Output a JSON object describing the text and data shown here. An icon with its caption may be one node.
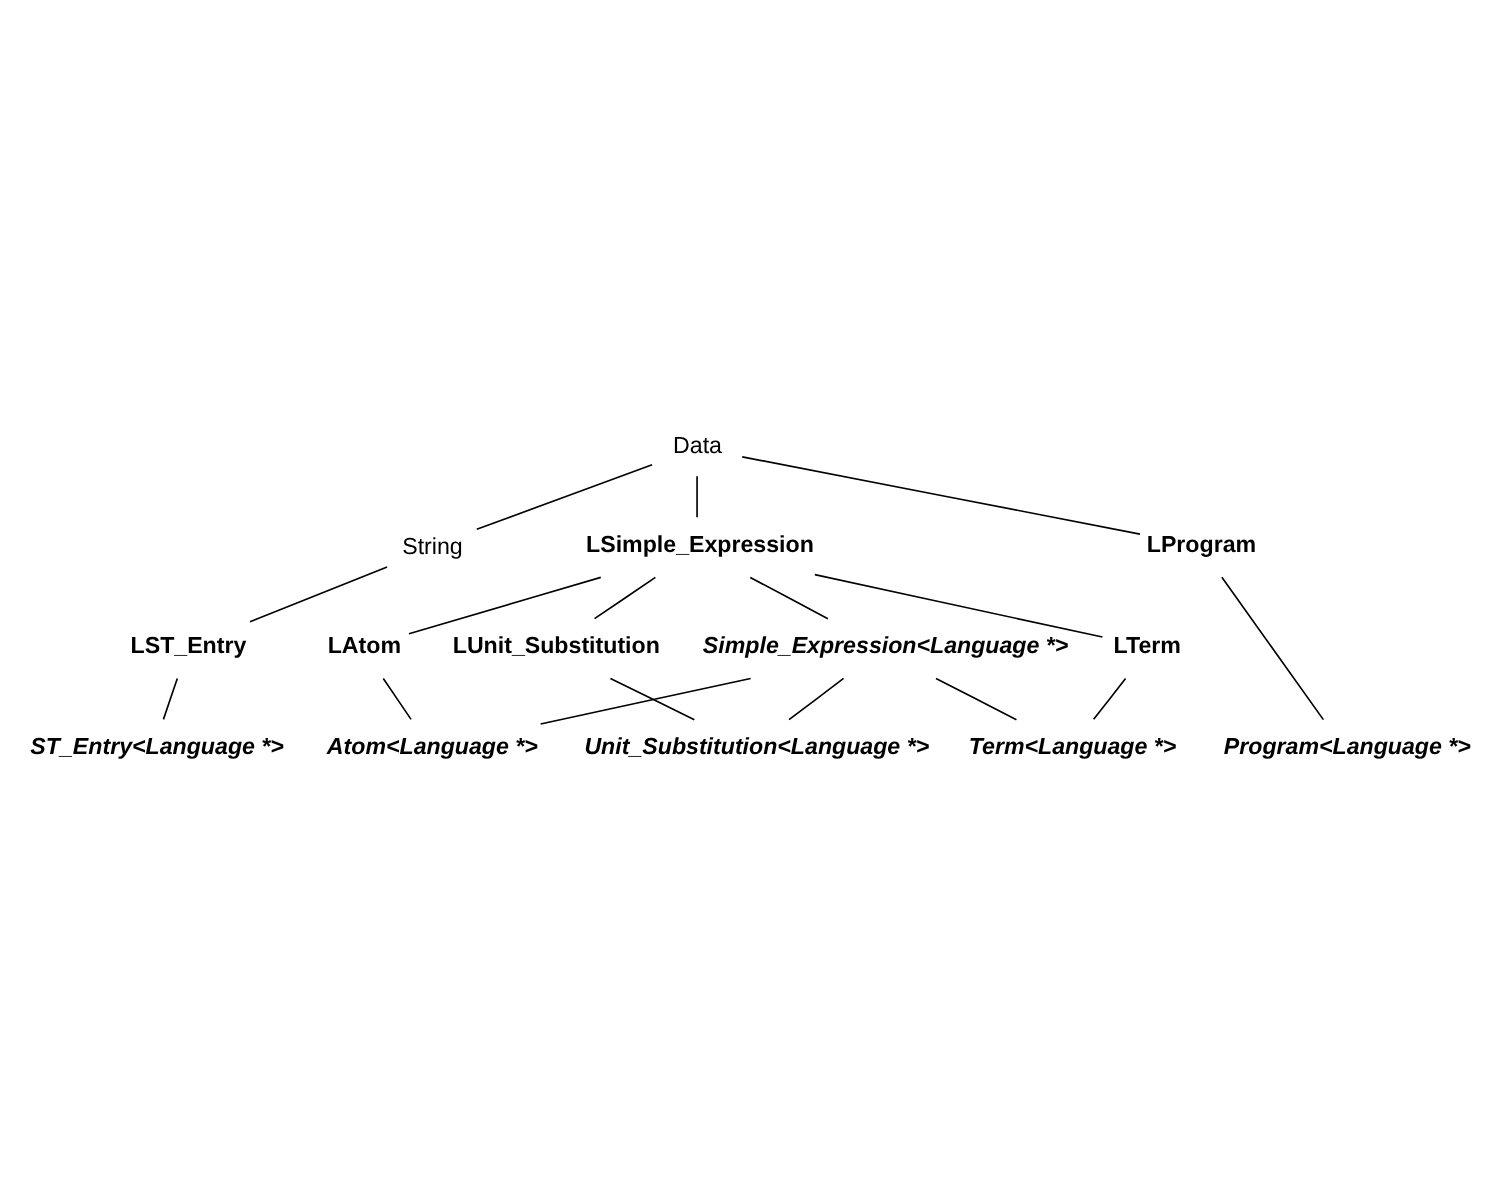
{
  "diagram": {
    "nodes": [
      {
        "text": [
          "Data"
        ]
      },
      {
        "text": [
          "String"
        ]
      },
      {
        "text": [
          "LSimple_Expression"
        ]
      },
      {
        "text": [
          "LProgram"
        ]
      },
      {
        "text": [
          "LTerm"
        ]
      },
      {
        "text": [
          "Simple_Expression<Language *>"
        ]
      },
      {
        "text": [
          "Term<Language *>"
        ]
      },
      {
        "text": [
          "LAtom"
        ]
      },
      {
        "text": [
          "Atom<Language *>"
        ]
      },
      {
        "text": [
          "LUnit_Substitution"
        ]
      },
      {
        "text": [
          "LST_Entry"
        ]
      },
      {
        "text": [
          "Unit_Substitution<Language *>"
        ]
      },
      {
        "text": [
          "ST_Entry<Language *>"
        ]
      },
      {
        "text": [
          "Program<Language *>"
        ]
      }
    ],
    "edges": [
      {
        "from": 0,
        "to": 1,
        "arrow": "none"
      },
      {
        "from": 0,
        "to": 2,
        "arrow": "none"
      },
      {
        "from": 0,
        "to": 3,
        "arrow": "none"
      },
      {
        "from": 1,
        "to": 10,
        "arrow": "none"
      },
      {
        "from": 10,
        "to": 12,
        "arrow": "none"
      },
      {
        "from": 3,
        "to": 13,
        "arrow": "none"
      },
      {
        "from": 2,
        "to": 4,
        "arrow": "none"
      },
      {
        "from": 2,
        "to": 7,
        "arrow": "none"
      },
      {
        "from": 2,
        "to": 9,
        "arrow": "none"
      },
      {
        "from": 2,
        "to": 5,
        "arrow": "none"
      },
      {
        "from": 5,
        "to": 6,
        "arrow": "none"
      },
      {
        "from": 5,
        "to": 8,
        "arrow": "none"
      },
      {
        "from": 5,
        "to": 11,
        "arrow": "none"
      },
      {
        "from": 4,
        "to": 6,
        "arrow": "none"
      },
      {
        "from": 7,
        "to": 8,
        "arrow": "none"
      },
      {
        "from": 9,
        "to": 11,
        "arrow": "none"
      }
    ]
  }
}
